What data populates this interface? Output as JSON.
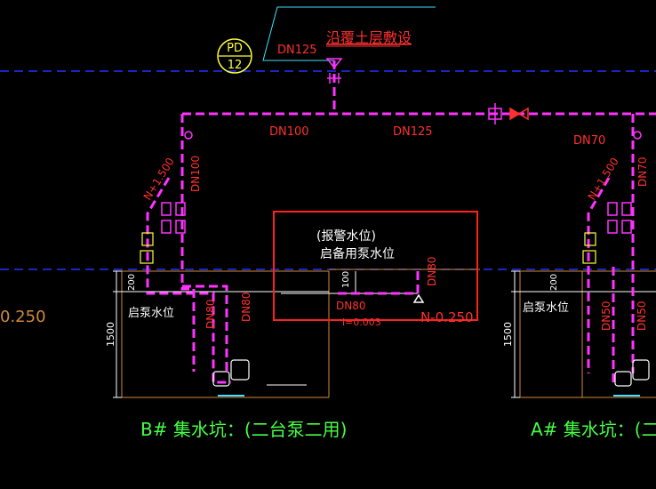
{
  "colors": {
    "background": "#000000",
    "pipe": "#ff33ff",
    "axis": "#2233ff",
    "red_text": "#ff3030",
    "orange_line": "#d08a3a",
    "white_line": "#ffffff",
    "green_text": "#44ff44",
    "yellow": "#ffff40",
    "cyan": "#40e0ff",
    "highlight_box": "#ff2020"
  },
  "labels": {
    "pd_top": "PD",
    "pd_bottom": "12",
    "main_riser_size": "DN125",
    "lay_note": "沿覆土层敷设",
    "header_left_size": "DN100",
    "header_mid_size": "DN125",
    "header_right_size": "DN70",
    "b_riser_size": "DN100",
    "a_riser_size": "DN70",
    "b_slope_elev": "N+1.500",
    "a_slope_elev": "N+1.500",
    "left_level": "0.250",
    "b_start_level": "启泵水位",
    "b_depth": "1500",
    "b_offset": "200",
    "b_branch1_size": "DN80",
    "b_branch2_size": "DN80",
    "callout_alarm": "(报警水位)",
    "callout_standby": "启备用泵水位",
    "callout_offset": "100",
    "callout_pipe_size": "DN80",
    "callout_drain_size": "DN80",
    "callout_slope": "i=0.003",
    "callout_elev": "N-0.250",
    "a_start_level": "启泵水位",
    "a_depth": "1500",
    "a_offset": "200",
    "a_branch1_size": "DN50",
    "a_branch2_size": "DN50",
    "b_pit_title": "B# 集水坑：(二台泵二用)",
    "a_pit_title": "A# 集水坑：(二台"
  }
}
